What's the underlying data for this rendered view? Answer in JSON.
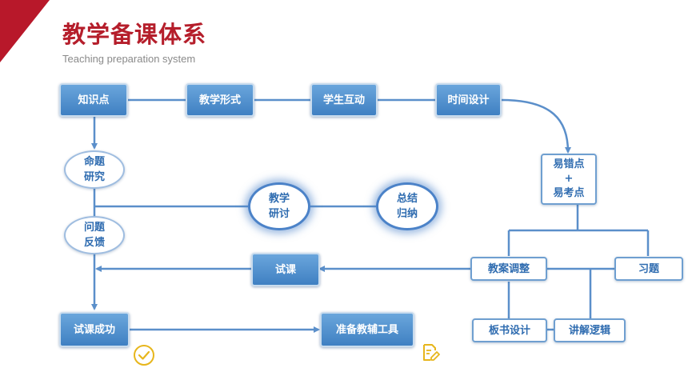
{
  "header": {
    "title": "教学备课体系",
    "subtitle": "Teaching preparation system"
  },
  "nodes": {
    "knowledge_points": "知识点",
    "teaching_form": "教学形式",
    "student_interaction": "学生互动",
    "time_design": "时间设计",
    "error_prone_line1": "易错点",
    "error_prone_line2": "+",
    "error_prone_line3": "易考点",
    "question_research_line1": "命题",
    "question_research_line2": "研究",
    "teaching_research_line1": "教学",
    "teaching_research_line2": "研讨",
    "summary_line1": "总结",
    "summary_line2": "归纳",
    "issue_feedback_line1": "问题",
    "issue_feedback_line2": "反馈",
    "trial_lesson": "试课",
    "lesson_plan_adjust": "教案调整",
    "exercises": "习题",
    "blackboard_design": "板书设计",
    "explanation_logic": "讲解逻辑",
    "trial_success": "试课成功",
    "prepare_tools": "准备教辅工具"
  },
  "icons": {
    "success": "check-circle-icon",
    "tools": "document-edit-icon"
  },
  "colors": {
    "brand_red": "#b51e2b",
    "node_blue": "#3f80c2",
    "connector": "#5b8fca",
    "icon_gold": "#e7b61c"
  }
}
